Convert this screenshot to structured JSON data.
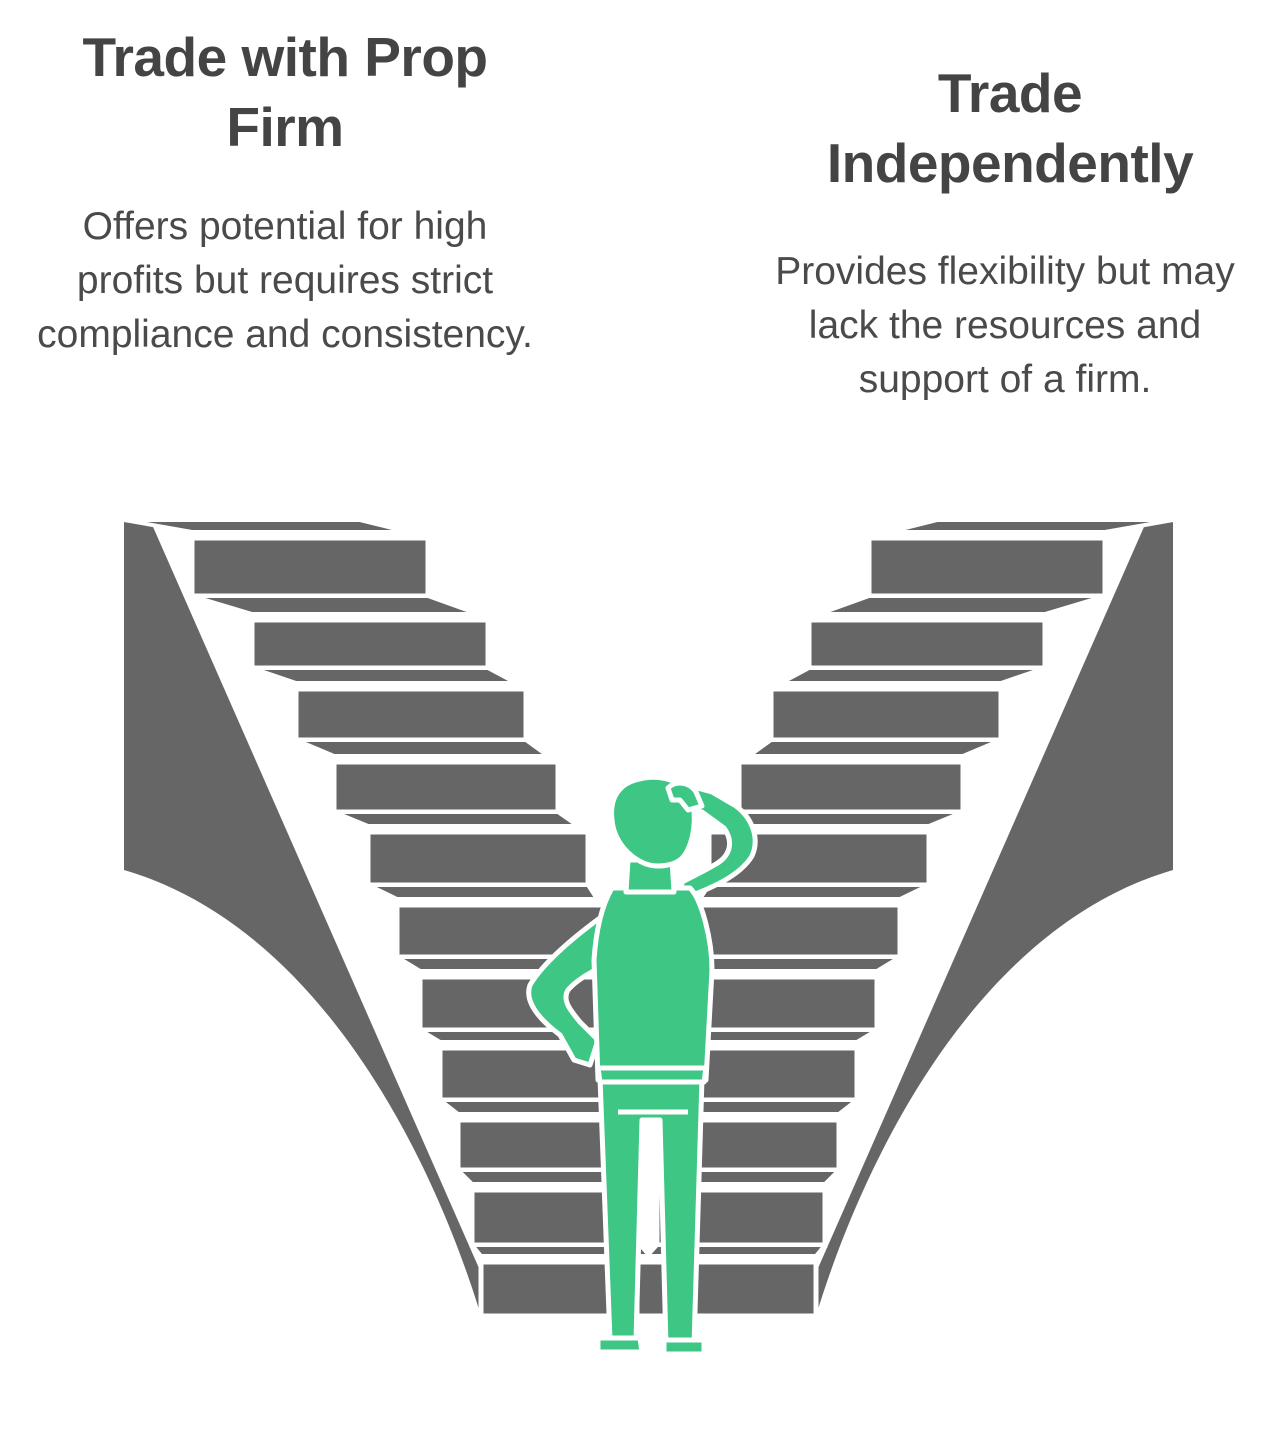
{
  "options": [
    {
      "title": "Trade with Prop Firm",
      "description": "Offers potential for high profits but requires strict compliance and consistency."
    },
    {
      "title": "Trade Independently",
      "description": "Provides flexibility but may lack the resources and support of a firm."
    }
  ],
  "colors": {
    "stair": "#666666",
    "person": "#3ec684",
    "text": "#444444",
    "background": "#ffffff"
  },
  "icons": {
    "figure": "person-scratching-head-icon",
    "path": "split-staircase-icon"
  }
}
